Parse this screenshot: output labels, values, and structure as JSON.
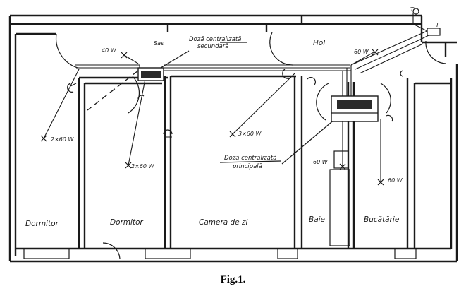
{
  "rooms": {
    "dormitor_1": "Dormitor",
    "dormitor_2": "Dormitor",
    "camera_de_zi": "Camera de zi",
    "baie": "Baie",
    "bucatarie": "Bucătărie",
    "hol": "Hol"
  },
  "junction_boxes": {
    "secondary_line1": "Doză centralizată",
    "secondary_line2": "secundară",
    "principal_line1": "Doză centralizată",
    "principal_line2": "principală"
  },
  "loads": {
    "dormitor_1": "2×60 W",
    "dormitor_2": "2×60 W",
    "camera_de_zi": "3×60 W",
    "baie": "60 W",
    "bucatarie": "60 W",
    "hol": "60 W",
    "hallway": "40 W"
  },
  "labels": {
    "sas": "Sas",
    "t1": "T",
    "t2": "T"
  },
  "caption": "Fig.1."
}
